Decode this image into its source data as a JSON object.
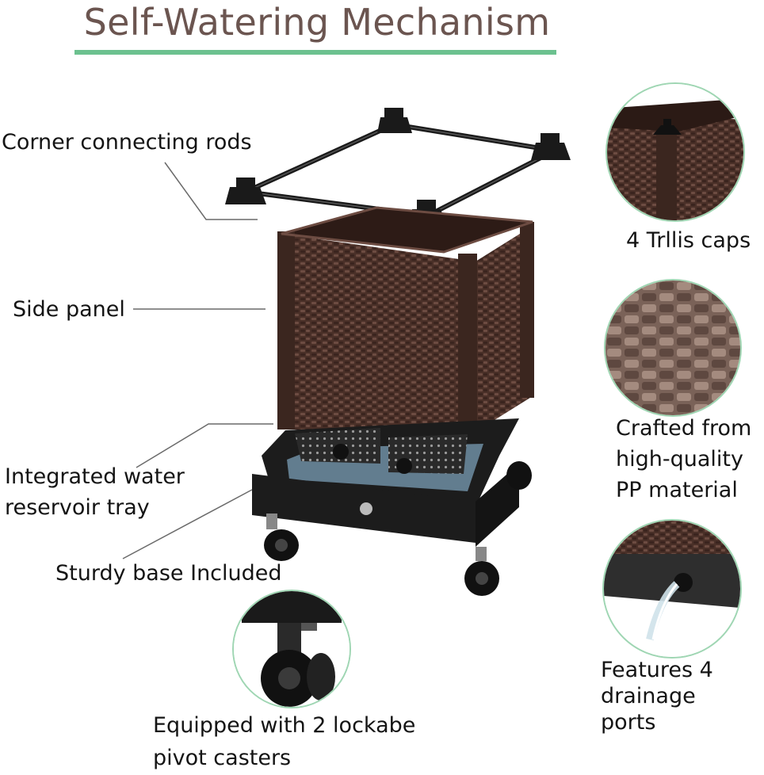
{
  "title": "Self-Watering Mechanism",
  "labels": {
    "corner_rods": "Corner connecting rods",
    "side_panel": "Side panel",
    "reservoir_line1": "Integrated water",
    "reservoir_line2": "reservoir tray",
    "base": "Sturdy base Included",
    "casters_line1": "Equipped with 2 lockabe",
    "casters_line2": "pivot casters",
    "caps": "4 Trllis caps",
    "material_line1": "Crafted from",
    "material_line2": "high-quality",
    "material_line3": "PP material",
    "drainage_line1": "Features 4",
    "drainage_line2": "drainage",
    "drainage_line3": "ports"
  },
  "colors": {
    "title": "#6b5550",
    "accent_rule": "#6cc18f",
    "planter_brown": "#4a3028",
    "base_black": "#1c1c1c",
    "water_tray": "#6f8ea3",
    "circle_border": "#9fd6b3"
  }
}
